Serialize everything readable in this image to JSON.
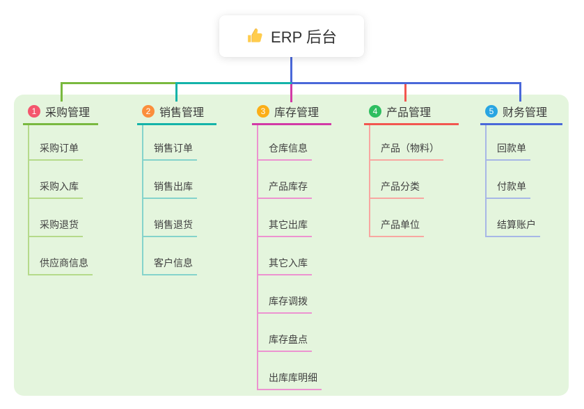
{
  "root": {
    "title": "ERP 后台",
    "icon": "thumbs-up"
  },
  "colors": {
    "page_bg": "#FFFFFF",
    "panel_bg": "#E4F5DD",
    "root_connector": "#4A68D9",
    "title_text": "#333333",
    "thumb_yellow": "#FFCC4D"
  },
  "branches": [
    {
      "index": "1",
      "label": "采购管理",
      "color": "#79B93F",
      "light_color": "#B5DA8A",
      "badge_color": "#F4566D",
      "children": [
        "采购订单",
        "采购入库",
        "采购退货",
        "供应商信息"
      ]
    },
    {
      "index": "2",
      "label": "销售管理",
      "color": "#14B3A9",
      "light_color": "#84D3CB",
      "badge_color": "#FB8E3C",
      "children": [
        "销售订单",
        "销售出库",
        "销售退货",
        "客户信息"
      ]
    },
    {
      "index": "3",
      "label": "库存管理",
      "color": "#D23AA6",
      "light_color": "#EC92D0",
      "badge_color": "#FBAE17",
      "children": [
        "仓库信息",
        "产品库存",
        "其它出库",
        "其它入库",
        "库存调拨",
        "库存盘点",
        "出库库明细"
      ]
    },
    {
      "index": "4",
      "label": "产品管理",
      "color": "#F2564F",
      "light_color": "#F8A7A1",
      "badge_color": "#2EBE60",
      "children": [
        "产品（物料）",
        "产品分类",
        "产品单位"
      ]
    },
    {
      "index": "5",
      "label": "财务管理",
      "color": "#4A68D9",
      "light_color": "#A7B7E6",
      "badge_color": "#28A5E2",
      "children": [
        "回款单",
        "付款单",
        "结算账户"
      ]
    }
  ]
}
